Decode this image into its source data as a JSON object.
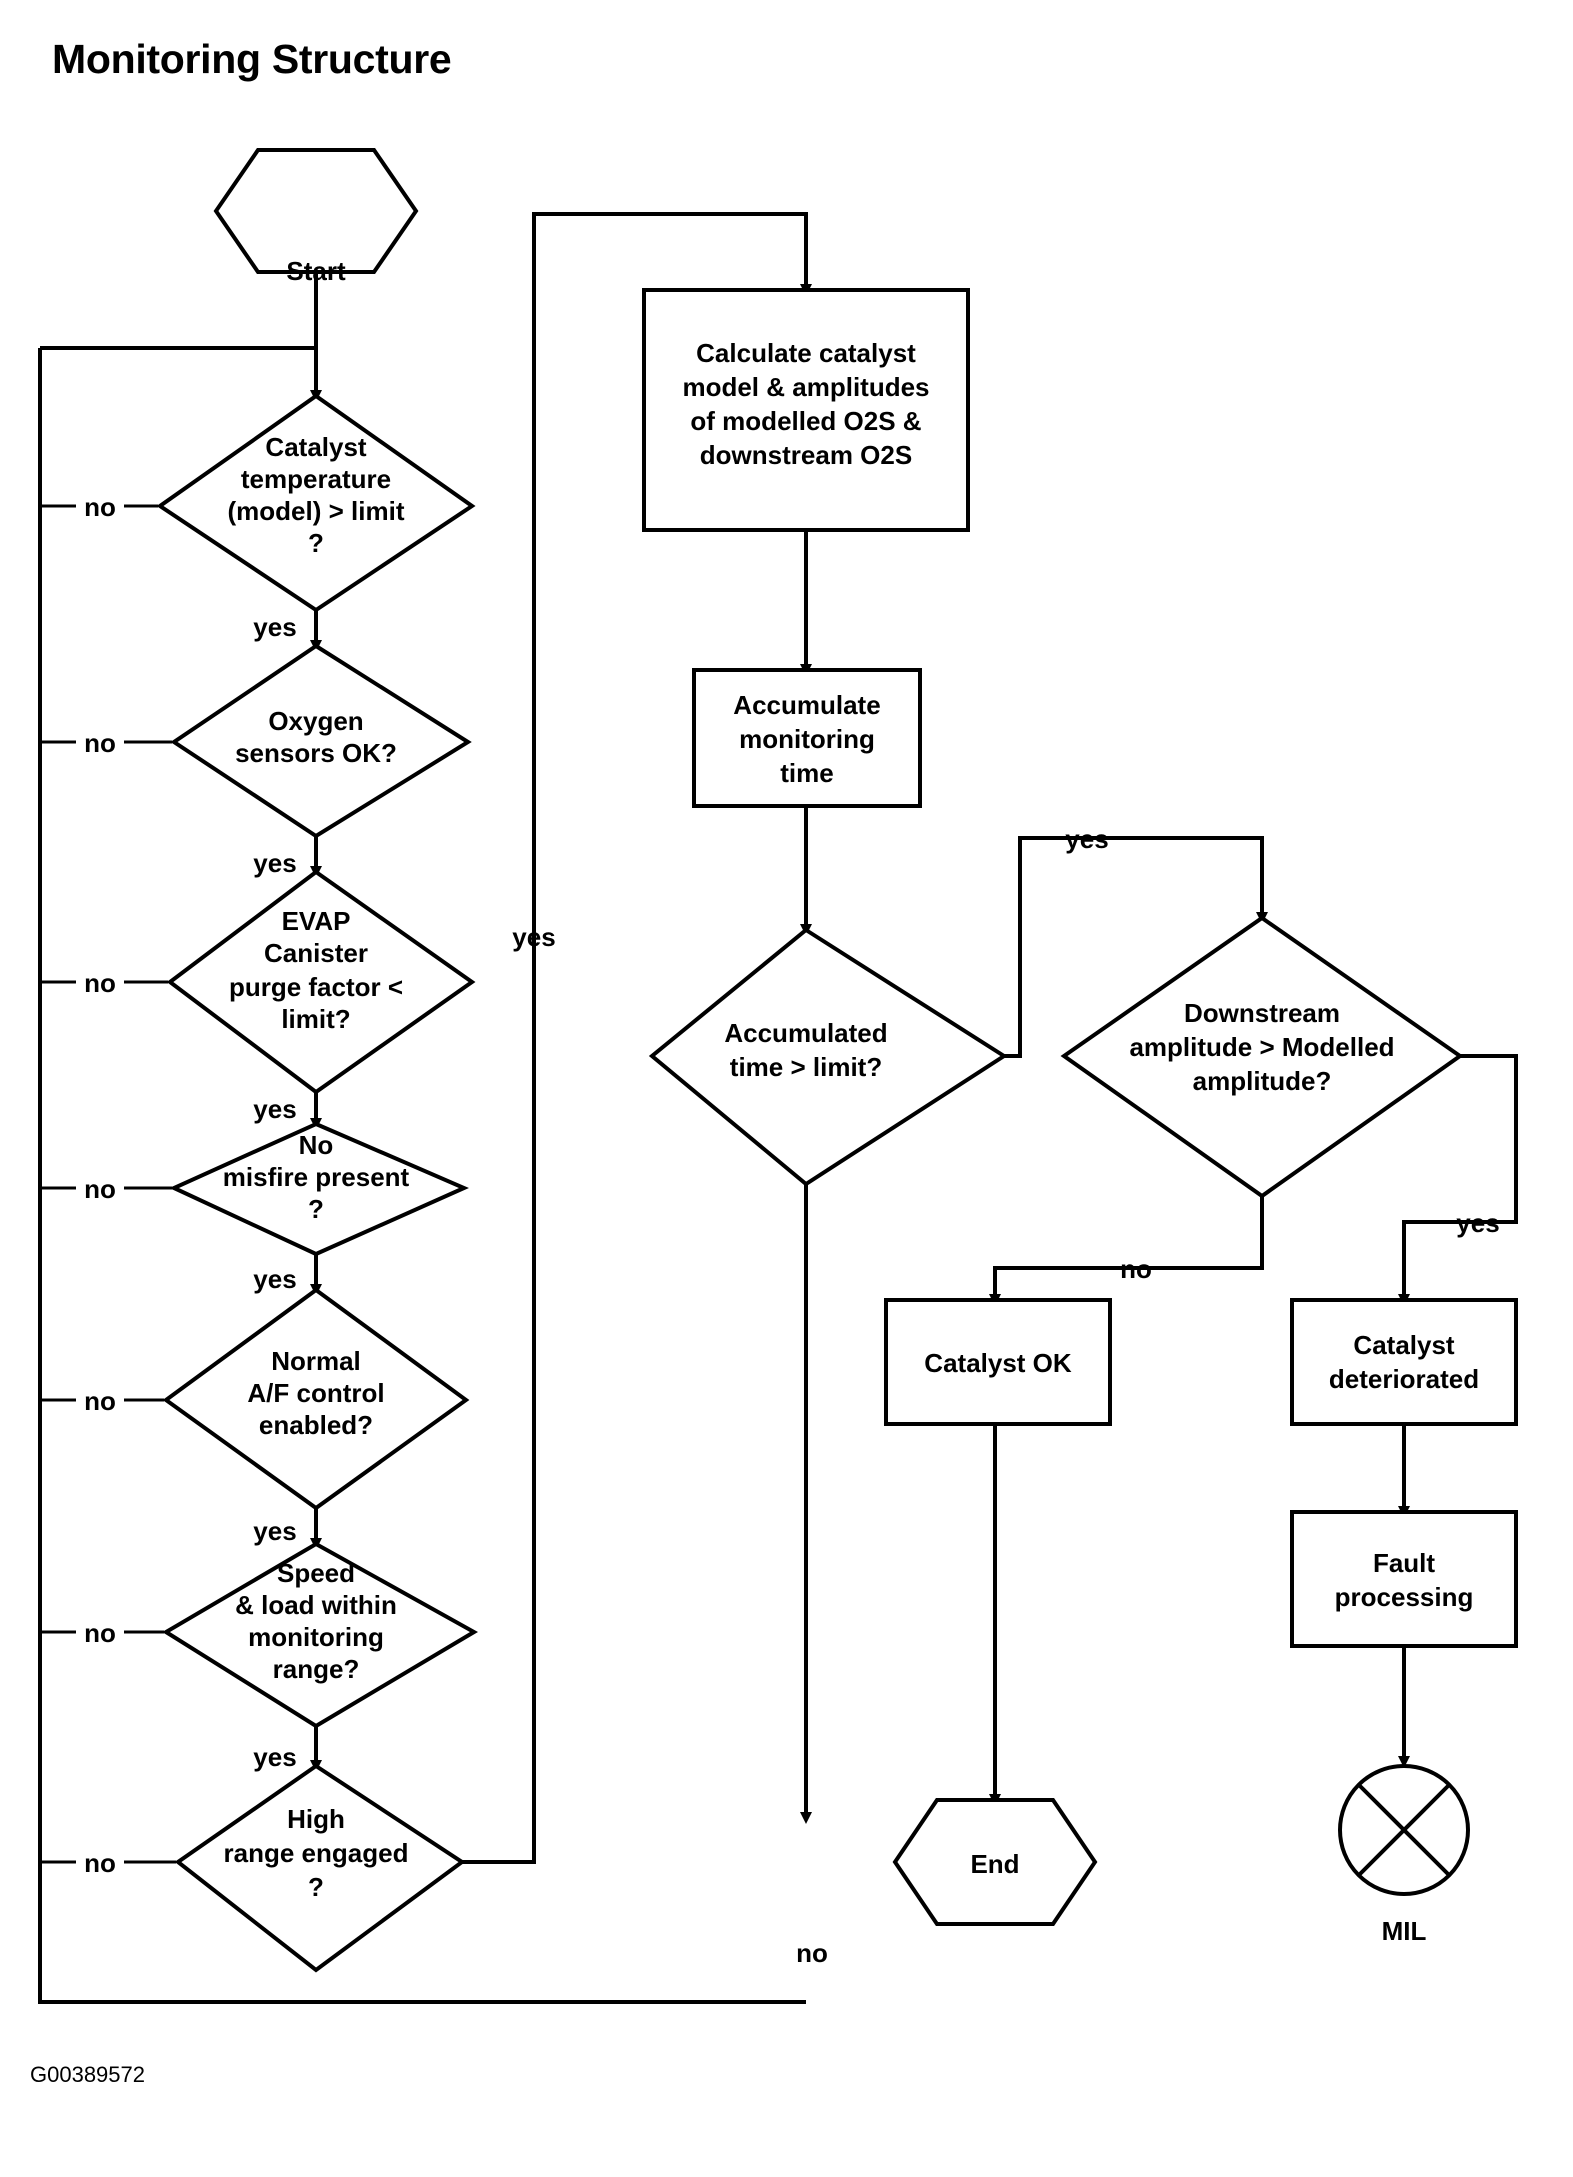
{
  "title": "Monitoring Structure",
  "figure_id": "G00389572",
  "colors": {
    "stroke": "#000000",
    "fill": "#ffffff",
    "text": "#000000"
  },
  "nodes": {
    "start": {
      "shape": "hexagon",
      "label": "Start"
    },
    "catalyst_temp": {
      "shape": "diamond",
      "line1": "Catalyst",
      "line2": "temperature",
      "line3": "(model) > limit",
      "line4": "?"
    },
    "oxygen_sensors": {
      "shape": "diamond",
      "line1": "Oxygen",
      "line2": "sensors OK?"
    },
    "evap_canister": {
      "shape": "diamond",
      "line1": "EVAP",
      "line2": "Canister",
      "line3": "purge factor <",
      "line4": "limit?"
    },
    "no_misfire": {
      "shape": "diamond",
      "line1": "No",
      "line2": "misfire present",
      "line3": "?"
    },
    "normal_af": {
      "shape": "diamond",
      "line1": "Normal",
      "line2": "A/F control",
      "line3": "enabled?"
    },
    "speed_load": {
      "shape": "diamond",
      "line1": "Speed",
      "line2": "& load within",
      "line3": "monitoring",
      "line4": "range?"
    },
    "high_range": {
      "shape": "diamond",
      "line1": "High",
      "line2": "range engaged",
      "line3": "?"
    },
    "calculate_model": {
      "shape": "process",
      "line1": "Calculate catalyst",
      "line2": "model & amplitudes",
      "line3": "of modelled O2S &",
      "line4": "downstream O2S"
    },
    "accumulate_time": {
      "shape": "process",
      "line1": "Accumulate",
      "line2": "monitoring",
      "line3": "time"
    },
    "accumulated_gt": {
      "shape": "diamond",
      "line1": "Accumulated",
      "line2": "time > limit?"
    },
    "downstream_amp": {
      "shape": "diamond",
      "line1": "Downstream",
      "line2": "amplitude > Modelled",
      "line3": "amplitude?"
    },
    "catalyst_ok": {
      "shape": "process",
      "line1": "Catalyst OK"
    },
    "catalyst_det": {
      "shape": "process",
      "line1": "Catalyst",
      "line2": "deteriorated"
    },
    "fault_processing": {
      "shape": "process",
      "line1": "Fault",
      "line2": "processing"
    },
    "end": {
      "shape": "hexagon",
      "label": "End"
    },
    "mil": {
      "shape": "circle-x",
      "label": "MIL"
    }
  },
  "edge_labels": {
    "temp_no": "no",
    "temp_yes": "yes",
    "oxygen_no": "no",
    "oxygen_yes": "yes",
    "evap_no": "no",
    "evap_yes": "yes",
    "misfire_no": "no",
    "misfire_yes": "yes",
    "af_no": "no",
    "af_yes": "yes",
    "speed_no": "no",
    "speed_yes": "yes",
    "highrange_no": "no",
    "highrange_yes": "yes",
    "accumulated_yes": "yes",
    "accumulated_no": "no",
    "downstream_no": "no",
    "downstream_yes": "yes"
  }
}
